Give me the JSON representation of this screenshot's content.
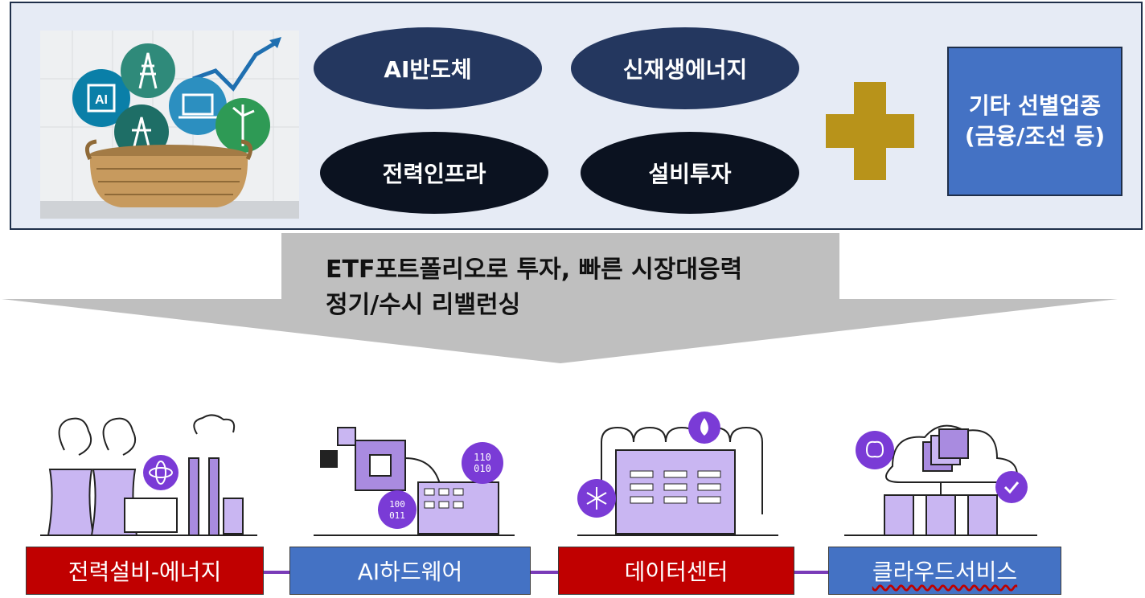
{
  "top_panel": {
    "categories": [
      {
        "label": "AI반도체",
        "color": "#24375f"
      },
      {
        "label": "신재생에너지",
        "color": "#24375f"
      },
      {
        "label": "전력인프라",
        "color": "#0b1220"
      },
      {
        "label": "설비투자",
        "color": "#0b1220"
      }
    ],
    "basket_icon_ai_text": "AI",
    "plus_color": "#b8931a",
    "other_box": {
      "line1": "기타 선별업종",
      "line2": "(금융/조선 등)"
    }
  },
  "arrow": {
    "line1": "ETF포트폴리오로 투자, 빠른 시장대응력",
    "line2": "정기/수시 리밸런싱"
  },
  "sectors": [
    {
      "label": "전력설비-에너지",
      "color": "#c00000"
    },
    {
      "label": "AI하드웨어",
      "color": "#4472c4"
    },
    {
      "label": "데이터센터",
      "color": "#c00000"
    },
    {
      "label": "클라우드서비스",
      "color": "#4472c4"
    }
  ],
  "sector_icons": {
    "ai_hw_binary_1": "110",
    "ai_hw_binary_2": "010",
    "ai_hw_binary_3": "100",
    "ai_hw_binary_4": "011"
  }
}
